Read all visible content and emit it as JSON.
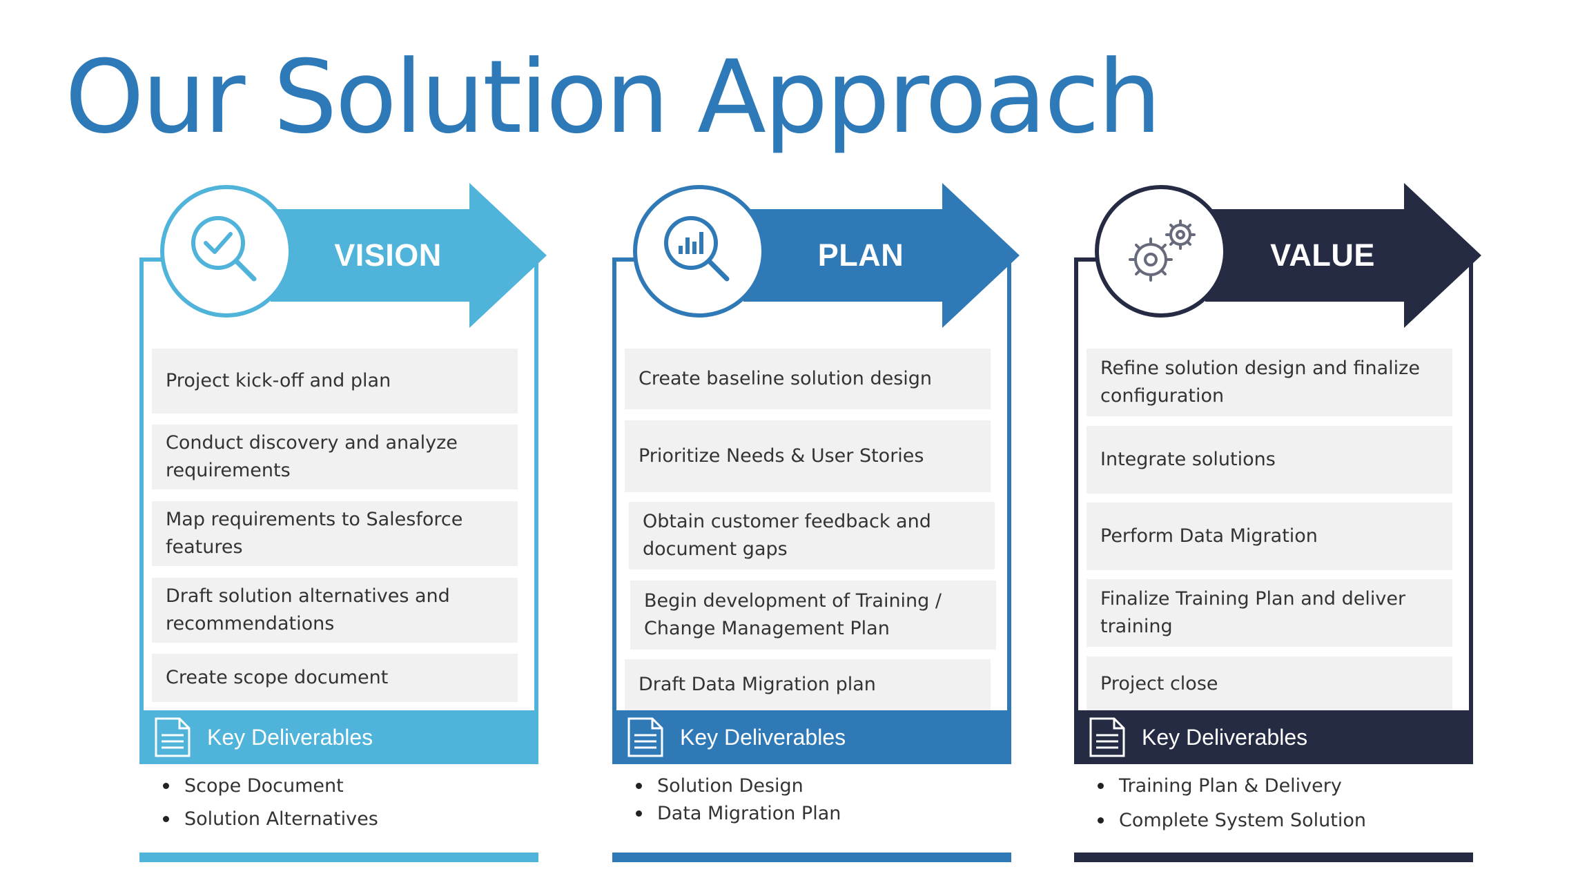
{
  "title": "Our Solution Approach",
  "columns": [
    {
      "name": "VISION",
      "color": "#4fb3da",
      "icon": "magnifier-check-icon",
      "items": [
        "Project kick-off and plan",
        "Conduct discovery and analyze requirements",
        "Map requirements to Salesforce features",
        "Draft solution alternatives and recommendations",
        "Create scope document"
      ],
      "deliverables_label": "Key Deliverables",
      "deliverables": [
        "Scope Document",
        "Solution Alternatives"
      ]
    },
    {
      "name": "PLAN",
      "color": "#3079b7",
      "icon": "magnifier-chart-icon",
      "items": [
        "Create baseline solution design",
        "Prioritize Needs & User Stories",
        "Obtain customer feedback and document gaps",
        "Begin development of Training / Change Management Plan",
        "Draft Data Migration plan"
      ],
      "deliverables_label": "Key Deliverables",
      "deliverables": [
        "Solution Design",
        "Data Migration Plan"
      ]
    },
    {
      "name": "VALUE",
      "color": "#262b44",
      "icon": "gears-icon",
      "items": [
        "Refine solution design and finalize configuration",
        "Integrate solutions",
        "Perform Data Migration",
        "Finalize Training Plan and deliver training",
        "Project close"
      ],
      "deliverables_label": "Key Deliverables",
      "deliverables": [
        "Training Plan & Delivery",
        "Complete System Solution"
      ]
    }
  ]
}
